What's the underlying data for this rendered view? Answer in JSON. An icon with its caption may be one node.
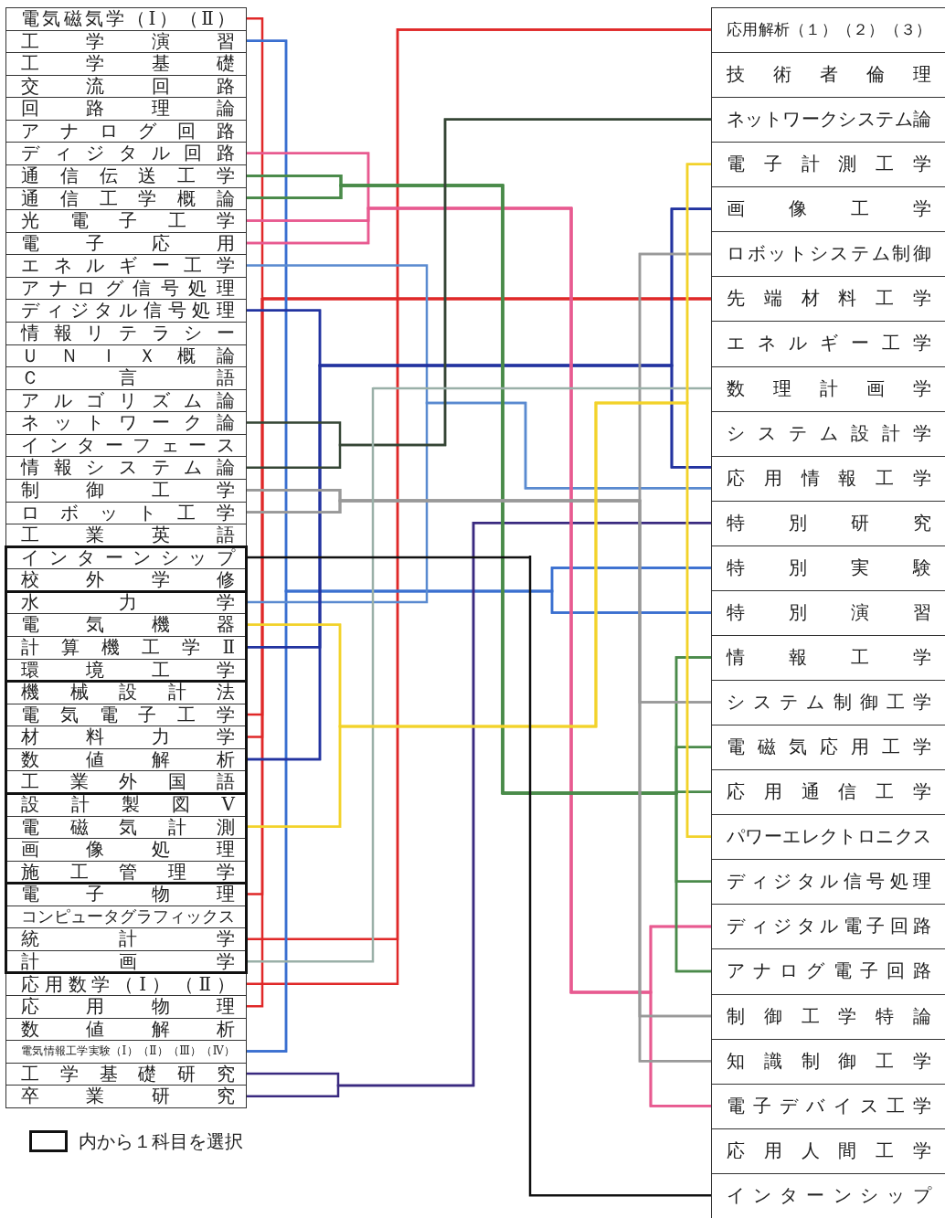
{
  "diagram": {
    "nodes": [
      {
        "text": [
          "電気磁気学（Ⅰ）（Ⅱ）"
        ]
      },
      {
        "text": [
          "工学演習"
        ]
      },
      {
        "text": [
          "工学基礎"
        ]
      },
      {
        "text": [
          "交流回路"
        ]
      },
      {
        "text": [
          "回路理論"
        ]
      },
      {
        "text": [
          "アナログ回路"
        ]
      },
      {
        "text": [
          "ディジタル回路"
        ]
      },
      {
        "text": [
          "通信伝送工学"
        ]
      },
      {
        "text": [
          "通信工学概論"
        ]
      },
      {
        "text": [
          "光電子工学"
        ]
      },
      {
        "text": [
          "電子応用"
        ]
      },
      {
        "text": [
          "エネルギー工学"
        ]
      },
      {
        "text": [
          "アナログ信号処理"
        ]
      },
      {
        "text": [
          "ディジタル信号処理"
        ]
      },
      {
        "text": [
          "情報リテラシー"
        ]
      },
      {
        "text": [
          "ＵＮＩＸ概論"
        ]
      },
      {
        "text": [
          "Ｃ言語"
        ]
      },
      {
        "text": [
          "アルゴリズム論"
        ]
      },
      {
        "text": [
          "ネットワーク論"
        ]
      },
      {
        "text": [
          "インターフェース"
        ]
      },
      {
        "text": [
          "情報システム論"
        ]
      },
      {
        "text": [
          "制御工学"
        ]
      },
      {
        "text": [
          "ロボット工学"
        ]
      },
      {
        "text": [
          "工業英語"
        ]
      },
      {
        "text": [
          "インターンシップ"
        ]
      },
      {
        "text": [
          "校外学修"
        ]
      },
      {
        "text": [
          "水力学"
        ]
      },
      {
        "text": [
          "電気機器"
        ]
      },
      {
        "text": [
          "計算機工学Ⅱ"
        ]
      },
      {
        "text": [
          "環境工学"
        ]
      },
      {
        "text": [
          "機械設計法"
        ]
      },
      {
        "text": [
          "電気電子工学"
        ]
      },
      {
        "text": [
          "材料力学"
        ]
      },
      {
        "text": [
          "数値解析"
        ]
      },
      {
        "text": [
          "工業外国語"
        ]
      },
      {
        "text": [
          "設計製図Ⅴ"
        ]
      },
      {
        "text": [
          "電磁気計測"
        ]
      },
      {
        "text": [
          "画像処理"
        ]
      },
      {
        "text": [
          "施工管理学"
        ]
      },
      {
        "text": [
          "電子物理"
        ]
      },
      {
        "text": [
          "コンピュータグラフィックス"
        ]
      },
      {
        "text": [
          "統計学"
        ]
      },
      {
        "text": [
          "計画学"
        ]
      },
      {
        "text": [
          "応用数学（Ⅰ）（Ⅱ）"
        ]
      },
      {
        "text": [
          "応用物理"
        ]
      },
      {
        "text": [
          "数値解析"
        ]
      },
      {
        "text": [
          "電気情報工学実験（Ⅰ）（Ⅱ）（Ⅲ）（Ⅳ）"
        ]
      },
      {
        "text": [
          "工学基礎研究"
        ]
      },
      {
        "text": [
          "卒業研究"
        ]
      },
      {
        "text": [
          "応用解析（１）（２）（３）"
        ]
      },
      {
        "text": [
          "技術者倫理"
        ]
      },
      {
        "text": [
          "ネットワークシステム論"
        ]
      },
      {
        "text": [
          "電子計測工学"
        ]
      },
      {
        "text": [
          "画像工学"
        ]
      },
      {
        "text": [
          "ロボットシステム制御"
        ]
      },
      {
        "text": [
          "先端材料工学"
        ]
      },
      {
        "text": [
          "エネルギー工学"
        ]
      },
      {
        "text": [
          "数理計画学"
        ]
      },
      {
        "text": [
          "システム設計学"
        ]
      },
      {
        "text": [
          "応用情報工学"
        ]
      },
      {
        "text": [
          "特別研究"
        ]
      },
      {
        "text": [
          "特別実験"
        ]
      },
      {
        "text": [
          "特別演習"
        ]
      },
      {
        "text": [
          "情報工学"
        ]
      },
      {
        "text": [
          "システム制御工学"
        ]
      },
      {
        "text": [
          "電磁気応用工学"
        ]
      },
      {
        "text": [
          "応用通信工学"
        ]
      },
      {
        "text": [
          "パワーエレクトロニクス"
        ]
      },
      {
        "text": [
          "ディジタル信号処理"
        ]
      },
      {
        "text": [
          "ディジタル電子回路"
        ]
      },
      {
        "text": [
          "アナログ電子回路"
        ]
      },
      {
        "text": [
          "制御工学特論"
        ]
      },
      {
        "text": [
          "知識制御工学"
        ]
      },
      {
        "text": [
          "電子デバイス工学"
        ]
      },
      {
        "text": [
          "応用人間工学"
        ]
      },
      {
        "text": [
          "インターンシップ"
        ]
      }
    ],
    "edges": [
      {
        "from": 0,
        "to": 55,
        "arrow": "none",
        "color": "#e02828"
      },
      {
        "from": 31,
        "to": 55,
        "arrow": "none",
        "color": "#e02828"
      },
      {
        "from": 32,
        "to": 55,
        "arrow": "none",
        "color": "#e02828"
      },
      {
        "from": 39,
        "to": 55,
        "arrow": "none",
        "color": "#e02828"
      },
      {
        "from": 44,
        "to": 55,
        "arrow": "none",
        "color": "#e02828"
      },
      {
        "from": 41,
        "to": 49,
        "arrow": "none",
        "color": "#e02828"
      },
      {
        "from": 43,
        "to": 49,
        "arrow": "none",
        "color": "#e02828"
      },
      {
        "from": 1,
        "to": 61,
        "arrow": "none",
        "color": "#3a6fd0"
      },
      {
        "from": 1,
        "to": 62,
        "arrow": "none",
        "color": "#3a6fd0"
      },
      {
        "from": 46,
        "to": 61,
        "arrow": "none",
        "color": "#3a6fd0"
      },
      {
        "from": 46,
        "to": 62,
        "arrow": "none",
        "color": "#3a6fd0"
      },
      {
        "from": 11,
        "to": 59,
        "arrow": "none",
        "color": "#5a8ad0"
      },
      {
        "from": 26,
        "to": 59,
        "arrow": "none",
        "color": "#5a8ad0"
      },
      {
        "from": 13,
        "to": 53,
        "arrow": "none",
        "color": "#2233a0"
      },
      {
        "from": 13,
        "to": 59,
        "arrow": "none",
        "color": "#2233a0"
      },
      {
        "from": 28,
        "to": 53,
        "arrow": "none",
        "color": "#2233a0"
      },
      {
        "from": 28,
        "to": 59,
        "arrow": "none",
        "color": "#2233a0"
      },
      {
        "from": 33,
        "to": 53,
        "arrow": "none",
        "color": "#2233a0"
      },
      {
        "from": 33,
        "to": 59,
        "arrow": "none",
        "color": "#2233a0"
      },
      {
        "from": 47,
        "to": 60,
        "arrow": "none",
        "color": "#3a2a80"
      },
      {
        "from": 48,
        "to": 60,
        "arrow": "none",
        "color": "#3a2a80"
      },
      {
        "from": 6,
        "to": 69,
        "arrow": "none",
        "color": "#e85a90"
      },
      {
        "from": 6,
        "to": 73,
        "arrow": "none",
        "color": "#e85a90"
      },
      {
        "from": 9,
        "to": 69,
        "arrow": "none",
        "color": "#e85a90"
      },
      {
        "from": 9,
        "to": 73,
        "arrow": "none",
        "color": "#e85a90"
      },
      {
        "from": 10,
        "to": 69,
        "arrow": "none",
        "color": "#e85a90"
      },
      {
        "from": 10,
        "to": 73,
        "arrow": "none",
        "color": "#e85a90"
      },
      {
        "from": 7,
        "to": 63,
        "arrow": "none",
        "color": "#4a8a4a"
      },
      {
        "from": 7,
        "to": 65,
        "arrow": "none",
        "color": "#4a8a4a"
      },
      {
        "from": 7,
        "to": 66,
        "arrow": "none",
        "color": "#4a8a4a"
      },
      {
        "from": 7,
        "to": 68,
        "arrow": "none",
        "color": "#4a8a4a"
      },
      {
        "from": 7,
        "to": 70,
        "arrow": "none",
        "color": "#4a8a4a"
      },
      {
        "from": 8,
        "to": 63,
        "arrow": "none",
        "color": "#4a8a4a"
      },
      {
        "from": 8,
        "to": 65,
        "arrow": "none",
        "color": "#4a8a4a"
      },
      {
        "from": 8,
        "to": 66,
        "arrow": "none",
        "color": "#4a8a4a"
      },
      {
        "from": 8,
        "to": 68,
        "arrow": "none",
        "color": "#4a8a4a"
      },
      {
        "from": 8,
        "to": 70,
        "arrow": "none",
        "color": "#4a8a4a"
      },
      {
        "from": 18,
        "to": 51,
        "arrow": "none",
        "color": "#354535"
      },
      {
        "from": 20,
        "to": 51,
        "arrow": "none",
        "color": "#354535"
      },
      {
        "from": 21,
        "to": 54,
        "arrow": "none",
        "color": "#999999"
      },
      {
        "from": 21,
        "to": 64,
        "arrow": "none",
        "color": "#999999"
      },
      {
        "from": 21,
        "to": 71,
        "arrow": "none",
        "color": "#999999"
      },
      {
        "from": 21,
        "to": 72,
        "arrow": "none",
        "color": "#999999"
      },
      {
        "from": 22,
        "to": 54,
        "arrow": "none",
        "color": "#999999"
      },
      {
        "from": 22,
        "to": 64,
        "arrow": "none",
        "color": "#999999"
      },
      {
        "from": 22,
        "to": 71,
        "arrow": "none",
        "color": "#999999"
      },
      {
        "from": 22,
        "to": 72,
        "arrow": "none",
        "color": "#999999"
      },
      {
        "from": 42,
        "to": 57,
        "arrow": "none",
        "color": "#9ab0a8"
      },
      {
        "from": 27,
        "to": 52,
        "arrow": "none",
        "color": "#f2d22a"
      },
      {
        "from": 27,
        "to": 67,
        "arrow": "none",
        "color": "#f2d22a"
      },
      {
        "from": 36,
        "to": 52,
        "arrow": "none",
        "color": "#f2d22a"
      },
      {
        "from": 36,
        "to": 67,
        "arrow": "none",
        "color": "#f2d22a"
      },
      {
        "from": 24,
        "to": 75,
        "arrow": "none",
        "color": "#111111"
      }
    ],
    "legend": [
      {
        "text": "内から１科目を選択"
      }
    ]
  }
}
